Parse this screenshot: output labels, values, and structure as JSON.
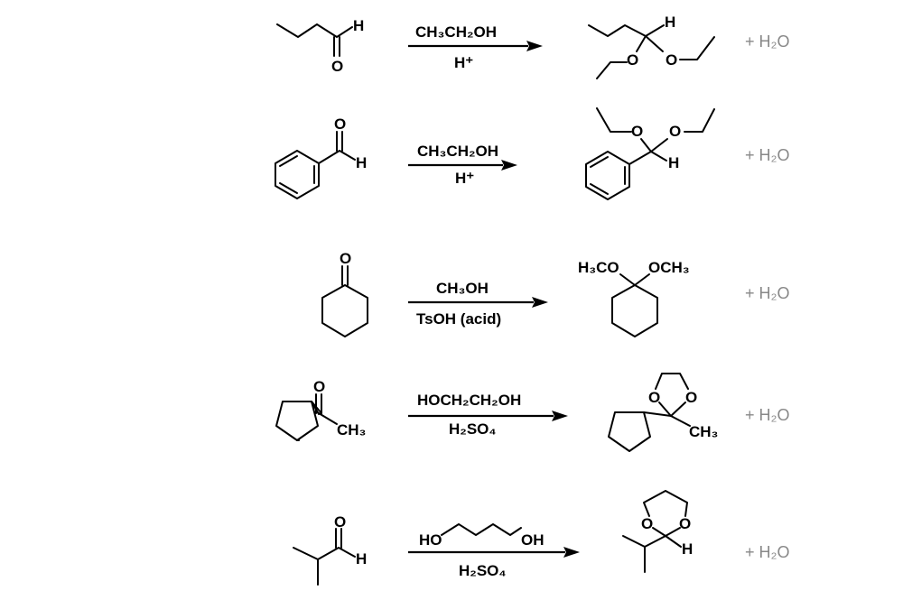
{
  "byproduct": "+ H₂O",
  "reactions": [
    {
      "reagent_top": "CH₃CH₂OH",
      "reagent_bottom": "H⁺",
      "reactant_atoms": [
        "H",
        "O"
      ],
      "product_atoms": [
        "H",
        "O",
        "O"
      ]
    },
    {
      "reagent_top": "CH₃CH₂OH",
      "reagent_bottom": "H⁺",
      "reactant_atoms": [
        "O",
        "H"
      ],
      "product_atoms": [
        "O",
        "O",
        "H"
      ]
    },
    {
      "reagent_top": "CH₃OH",
      "reagent_bottom": "TsOH (acid)",
      "reactant_atoms": [
        "O"
      ],
      "product_atoms": [
        "H₃CO",
        "OCH₃"
      ]
    },
    {
      "reagent_top": "HOCH₂CH₂OH",
      "reagent_bottom": "H₂SO₄",
      "reactant_atoms": [
        "O",
        "CH₃"
      ],
      "product_atoms": [
        "O",
        "O",
        "CH₃"
      ]
    },
    {
      "reagent_top_atoms": [
        "HO",
        "OH"
      ],
      "reagent_bottom": "H₂SO₄",
      "reactant_atoms": [
        "O",
        "H"
      ],
      "product_atoms": [
        "O",
        "O",
        "H"
      ]
    }
  ]
}
